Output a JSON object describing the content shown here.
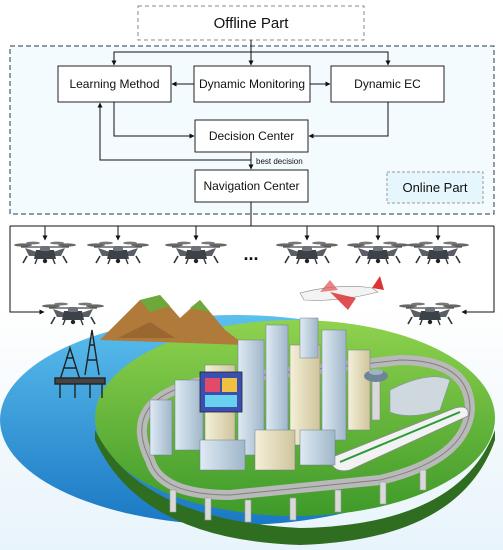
{
  "diagram": {
    "offline_part": "Offline Part",
    "online_part": "Online Part",
    "nodes": {
      "learning_method": "Learning Method",
      "dynamic_monitoring": "Dynamic Monitoring",
      "dynamic_ec": "Dynamic EC",
      "decision_center": "Decision Center",
      "navigation_center": "Navigation Center"
    },
    "edge_labels": {
      "best_decision": "best decision"
    },
    "ellipsis": "...",
    "colors": {
      "online_border": "#2b3a4a",
      "online_fill": "#f4fbfe",
      "online_part_fill": "#e6f6fd",
      "offline_border": "#888888",
      "sea": "#1f8fd6",
      "grass": "#62b33a",
      "road": "#a8a8a8"
    }
  }
}
